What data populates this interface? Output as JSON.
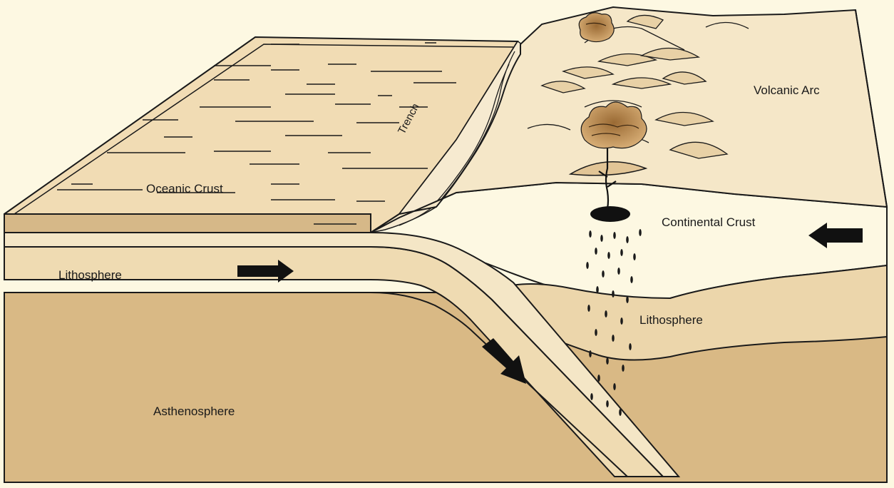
{
  "labels": {
    "oceanic_crust": "Oceanic Crust",
    "volcanic_arc": "Volcanic Arc",
    "continental_crust": "Continental Crust",
    "lithosphere_oceanic": "Lithosphere",
    "lithosphere_continental": "Lithosphere",
    "asthenosphere": "Asthenosphere",
    "trench": "Trench"
  },
  "colors": {
    "background": "#fdf8e2",
    "ocean_surface": "#f1dcb4",
    "ocean_edge": "#d6b888",
    "crust_band": "#f4e6c6",
    "lithosphere": "#efdbb2",
    "asthenosphere": "#d9b985",
    "continent_top": "#f5e7c8",
    "continental_crust": "#fdf8e2",
    "continental_lithosphere": "#ecd6ab",
    "volcano": "#c3955d",
    "arrow": "#111111",
    "outline": "#1a1a1a"
  }
}
